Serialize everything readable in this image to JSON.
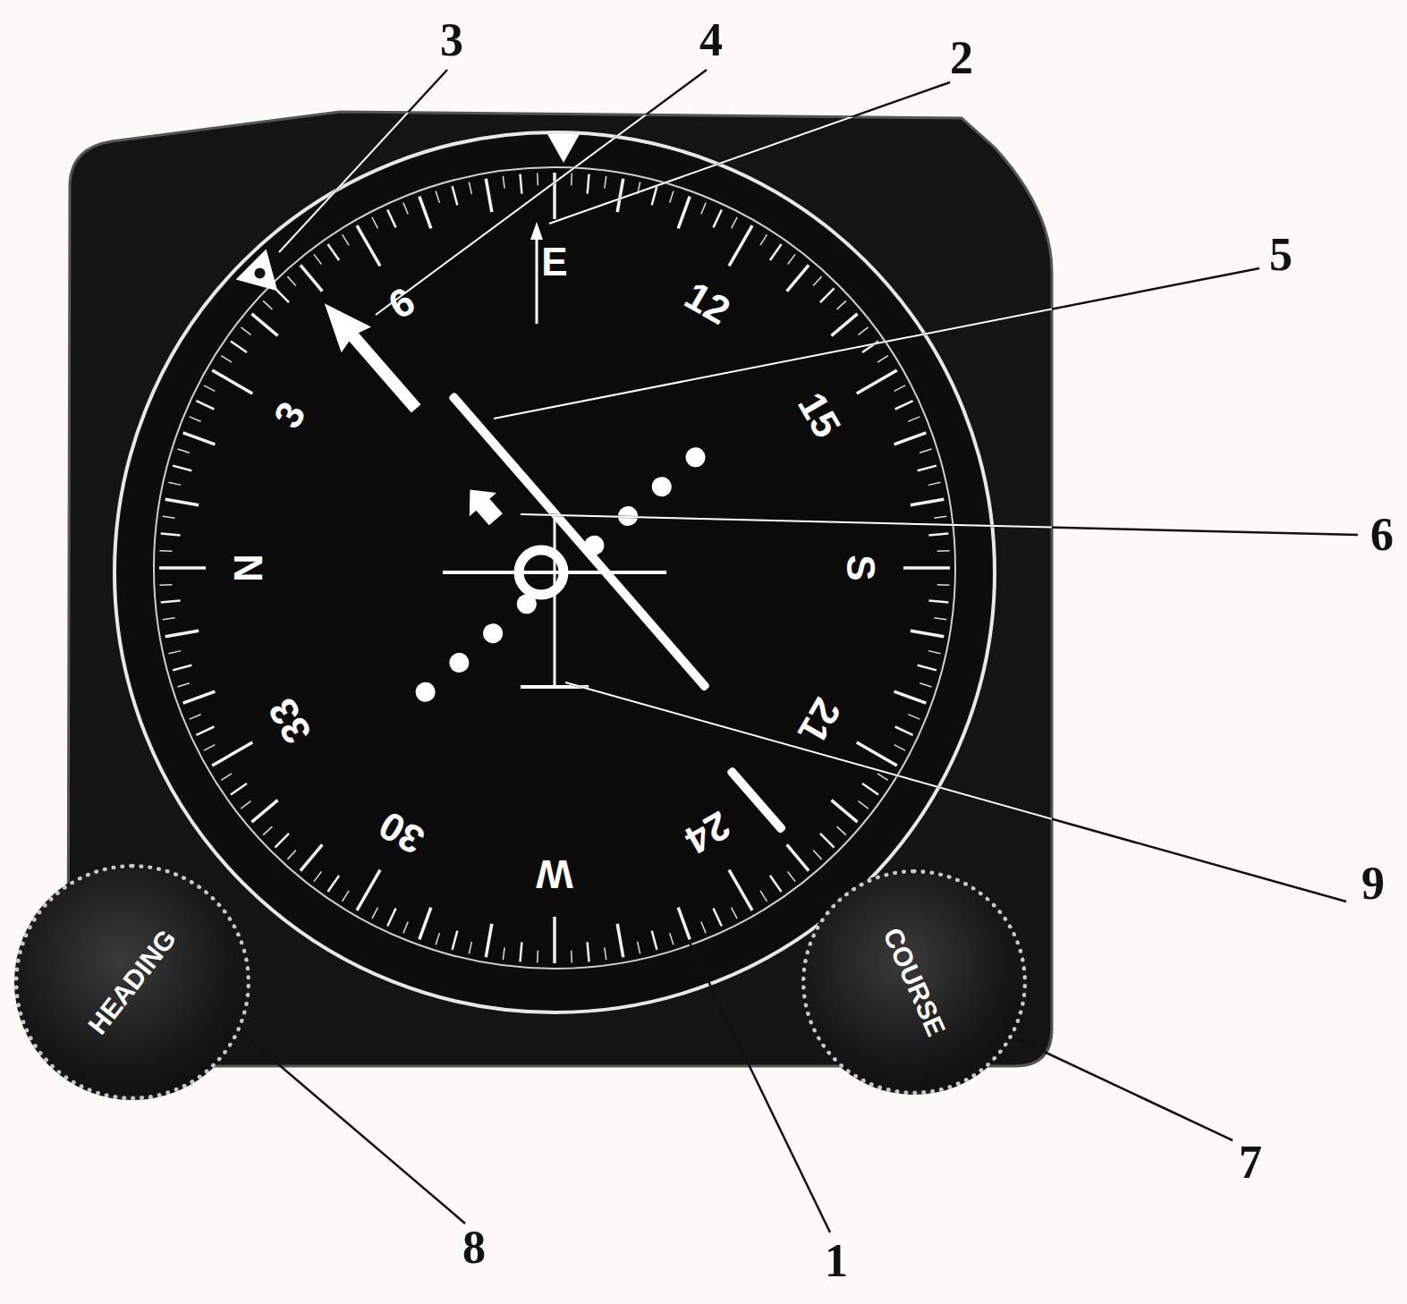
{
  "diagram": {
    "nodes": [
      {
        "text": [
          "HEADING"
        ]
      },
      {
        "text": [
          "COURSE"
        ]
      }
    ],
    "labels": [
      "N",
      "3",
      "6",
      "E",
      "12",
      "15",
      "S",
      "21",
      "24",
      "W",
      "30",
      "33",
      "3",
      "4",
      "2",
      "5",
      "6",
      "9",
      "7",
      "8",
      "1"
    ]
  }
}
